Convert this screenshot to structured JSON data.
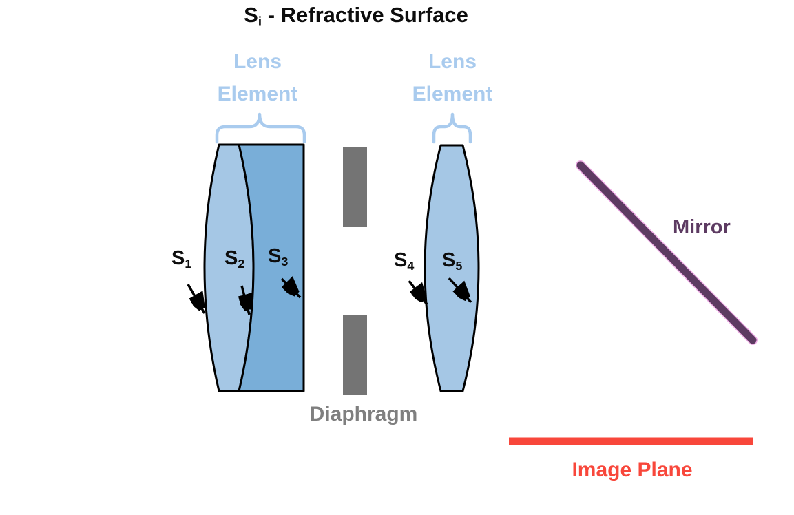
{
  "title": {
    "base": "S",
    "sub": "i",
    "rest": " - Refractive Surface"
  },
  "lens_labels": [
    {
      "line1": "Lens",
      "line2": "Element"
    },
    {
      "line1": "Lens",
      "line2": "Element"
    }
  ],
  "surface_labels": [
    {
      "base": "S",
      "sub": "1"
    },
    {
      "base": "S",
      "sub": "2"
    },
    {
      "base": "S",
      "sub": "3"
    },
    {
      "base": "S",
      "sub": "4"
    },
    {
      "base": "S",
      "sub": "5"
    }
  ],
  "diaphragm": {
    "label": "Diaphragm"
  },
  "mirror": {
    "label": "Mirror"
  },
  "image_plane": {
    "label": "Image Plane"
  },
  "colors": {
    "lens_light_fill": "#a5c7e5",
    "lens_dark_fill": "#79aed8",
    "lens_outline": "#000000",
    "annotation_blue": "#a9cbee",
    "diaphragm_gray": "#747474",
    "diaphragm_text_gray": "#7f7f7f",
    "mirror_purple": "#5d3b62",
    "mirror_halo_pink": "#efade6",
    "image_plane_red": "#f8473b",
    "title_black": "#0d0d0d"
  }
}
